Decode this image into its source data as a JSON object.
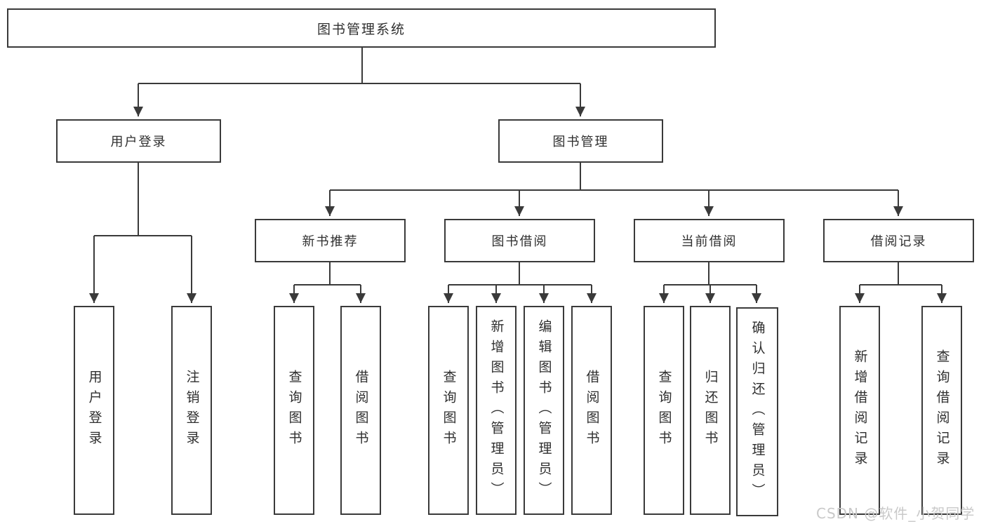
{
  "diagram": {
    "root": {
      "label": "图书管理系统"
    },
    "branches": [
      {
        "label": "用户登录",
        "children": [
          {
            "label": "用户登录"
          },
          {
            "label": "注销登录"
          }
        ]
      },
      {
        "label": "图书管理",
        "children": [
          {
            "label": "新书推荐",
            "children": [
              {
                "label": "查询图书"
              },
              {
                "label": "借阅图书"
              }
            ]
          },
          {
            "label": "图书借阅",
            "children": [
              {
                "label": "查询图书"
              },
              {
                "label": "新增图书（管理员）"
              },
              {
                "label": "编辑图书（管理员）"
              },
              {
                "label": "借阅图书"
              }
            ]
          },
          {
            "label": "当前借阅",
            "children": [
              {
                "label": "查询图书"
              },
              {
                "label": "归还图书"
              },
              {
                "label": "确认归还（管理员）"
              }
            ]
          },
          {
            "label": "借阅记录",
            "children": [
              {
                "label": "新增借阅记录"
              },
              {
                "label": "查询借阅记录"
              }
            ]
          }
        ]
      }
    ]
  },
  "watermark": {
    "text": "CSDN @软件_小贺同学"
  },
  "colors": {
    "line": "#3a3a3a",
    "text": "#2f2f2f",
    "background": "#ffffff",
    "watermark": "#c9c9c9"
  }
}
